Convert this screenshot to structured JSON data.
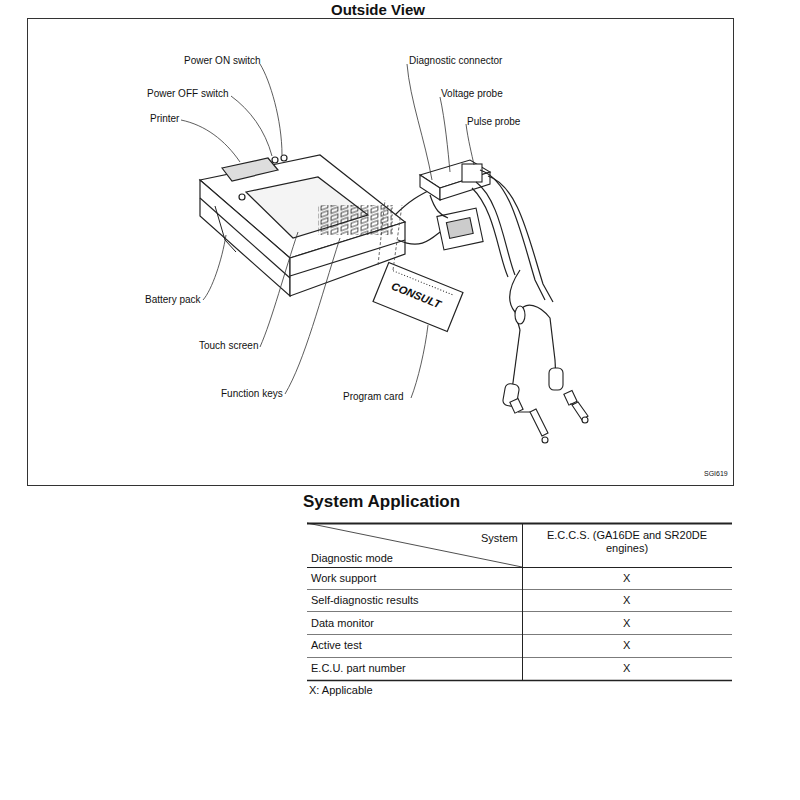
{
  "diagram": {
    "title": "Outside View",
    "labels": [
      "Power ON switch",
      "Power OFF switch",
      "Printer",
      "Diagnostic connector",
      "Voltage probe",
      "Pulse probe",
      "Battery pack",
      "Touch screen",
      "Function keys",
      "Program card",
      "CONSULT",
      "SGI619",
      "System Application",
      "System",
      "Diagnostic mode",
      "E.C.C.S. (GA16DE and SR20DE engines)",
      "Work support",
      "X",
      "Self-diagnostic results",
      "X",
      "Data monitor",
      "X",
      "Active test",
      "X",
      "E.C.U. part number",
      "X",
      "X: Applicable"
    ]
  }
}
